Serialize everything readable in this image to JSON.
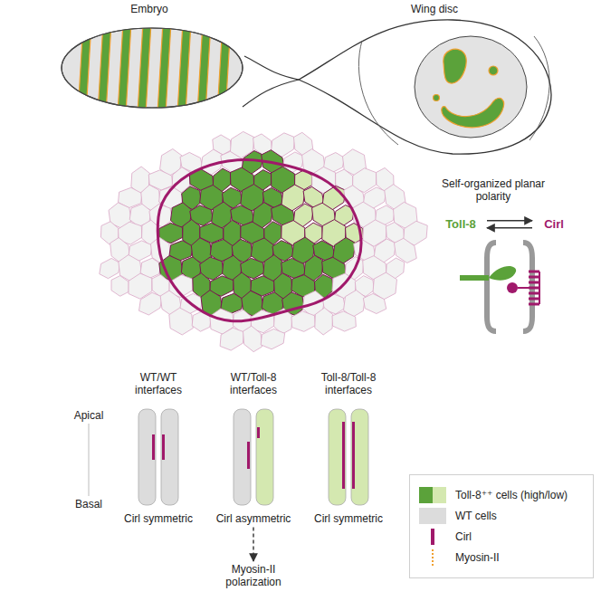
{
  "diagram": {
    "nodes": [
      {
        "text": [
          "Embryo"
        ]
      },
      {
        "text": [
          "Wing disc"
        ]
      },
      {
        "text": [
          "Toll-8"
        ]
      },
      {
        "text": [
          "Cirl"
        ]
      },
      {
        "text": [
          "WT/WT interfaces",
          "Cirl symmetric"
        ]
      },
      {
        "text": [
          "WT/Toll-8 interfaces",
          "Cirl asymmetric"
        ]
      },
      {
        "text": [
          "Toll-8/Toll-8 interfaces",
          "Cirl symmetric"
        ]
      },
      {
        "text": [
          "Myosin-II polarization"
        ]
      }
    ],
    "edges": [
      {
        "from": 2,
        "to": 3,
        "arrow": "to"
      },
      {
        "from": 3,
        "to": 2,
        "arrow": "to"
      },
      {
        "from": 5,
        "to": 7,
        "arrow": "to"
      }
    ],
    "labels": [
      "Self-organized planar polarity",
      "Apical",
      "Basal"
    ],
    "legend": [
      {
        "text": "Toll-8⁺⁺ cells (high/low)",
        "color": "#5ba23a"
      },
      {
        "text": "WT cells",
        "color": "#dcdcdc"
      },
      {
        "text": "Cirl"
      },
      {
        "text": "Myosin-II"
      }
    ]
  }
}
